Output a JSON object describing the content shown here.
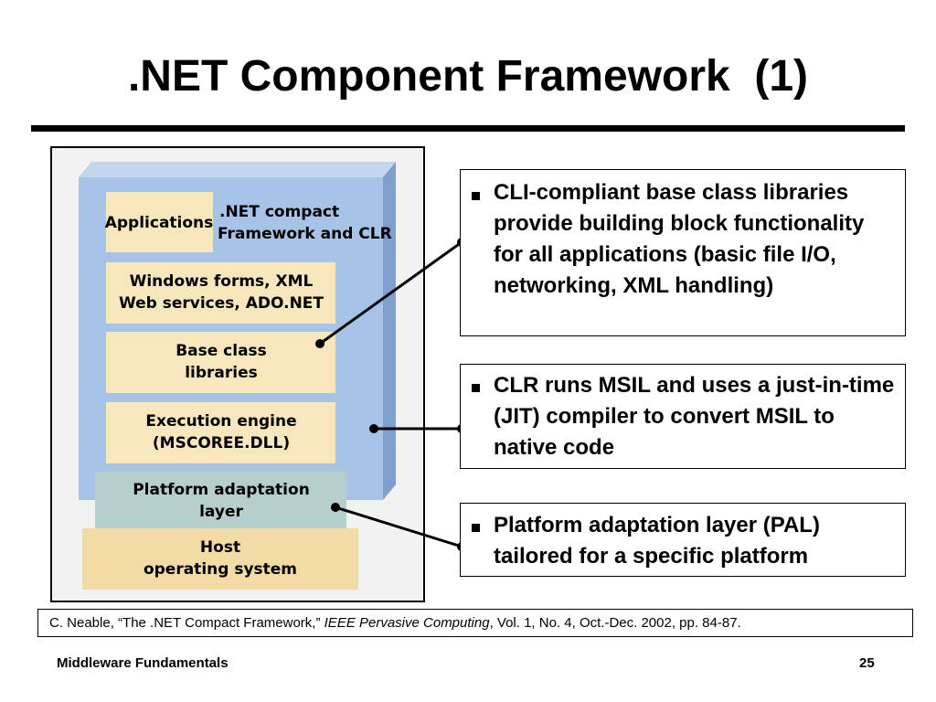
{
  "slide": {
    "title": ".NET Component Framework  (1)"
  },
  "diagram": {
    "framework_label_line1": ".NET compact",
    "framework_label_line2": "Framework and CLR",
    "layers": {
      "applications": [
        "Applications"
      ],
      "windows_forms": [
        "Windows forms, XML",
        "Web services, ADO.NET"
      ],
      "base_class": [
        "Base class",
        "libraries"
      ],
      "execution_engine": [
        "Execution engine",
        "(MSCOREE.DLL)"
      ],
      "platform_adaptation": [
        "Platform adaptation",
        "layer"
      ],
      "host_os": [
        "Host",
        "operating system"
      ]
    }
  },
  "bullets": [
    {
      "text": "CLI-compliant base class libraries provide building block functionality for all applications (basic file I/O, networking, XML handling)"
    },
    {
      "text": "CLR runs MSIL and uses a just-in-time (JIT) compiler to convert MSIL to native code"
    },
    {
      "text": "Platform adaptation layer (PAL) tailored for a specific platform"
    }
  ],
  "citation": {
    "prefix": "C. Neable, “The .NET Compact Framework,” ",
    "journal": "IEEE Pervasive Computing",
    "suffix": ", Vol. 1, No. 4, Oct.-Dec. 2002, pp. 84-87."
  },
  "footer": {
    "left": "Middleware Fundamentals",
    "page_number": "25"
  },
  "colors": {
    "framework_blue": "#a7c3e6",
    "framework_top": "#c3d6ef",
    "framework_side": "#7f9fcc",
    "layer_cream": "#f8e6bd",
    "pal_teal": "#b6cfcd",
    "host_tan": "#f3dca3"
  }
}
